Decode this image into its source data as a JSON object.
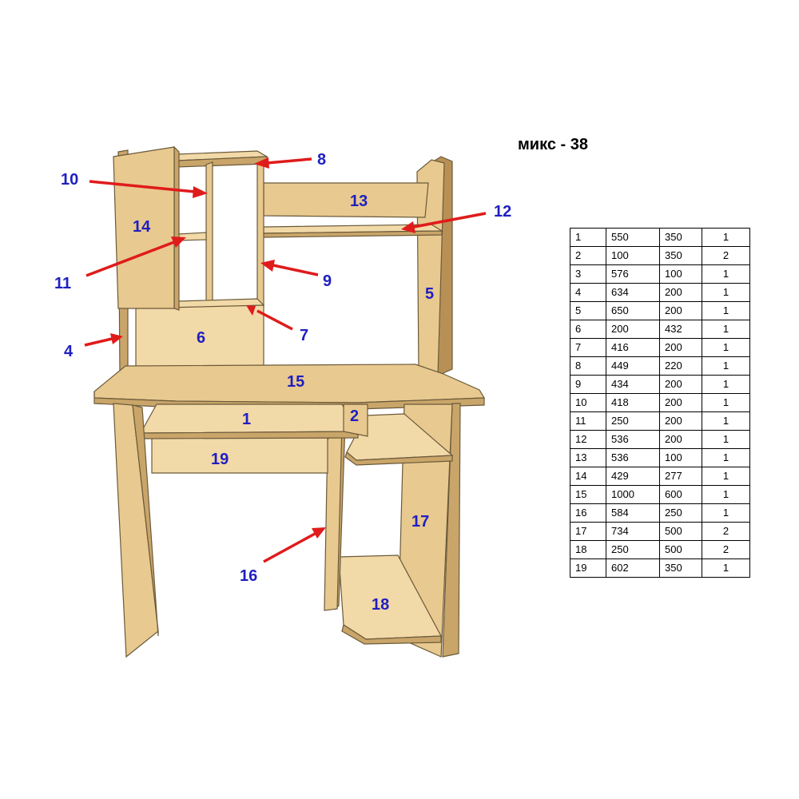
{
  "title": "микс - 38",
  "labels": {
    "p1": "1",
    "p2": "2",
    "p4": "4",
    "p5": "5",
    "p6": "6",
    "p7": "7",
    "p8": "8",
    "p9": "9",
    "p10": "10",
    "p11": "11",
    "p12": "12",
    "p13": "13",
    "p14": "14",
    "p15": "15",
    "p16": "16",
    "p17": "17",
    "p18": "18",
    "p19": "19"
  },
  "colors": {
    "label": "#1f1fbf",
    "arrow": "#e01b1b",
    "wood_light": "#f2d9a8",
    "wood_mid": "#e8c98f",
    "wood_dark": "#c9a56a"
  },
  "parts_table": [
    [
      "1",
      "550",
      "350",
      "1"
    ],
    [
      "2",
      "100",
      "350",
      "2"
    ],
    [
      "3",
      "576",
      "100",
      "1"
    ],
    [
      "4",
      "634",
      "200",
      "1"
    ],
    [
      "5",
      "650",
      "200",
      "1"
    ],
    [
      "6",
      "200",
      "432",
      "1"
    ],
    [
      "7",
      "416",
      "200",
      "1"
    ],
    [
      "8",
      "449",
      "220",
      "1"
    ],
    [
      "9",
      "434",
      "200",
      "1"
    ],
    [
      "10",
      "418",
      "200",
      "1"
    ],
    [
      "11",
      "250",
      "200",
      "1"
    ],
    [
      "12",
      "536",
      "200",
      "1"
    ],
    [
      "13",
      "536",
      "100",
      "1"
    ],
    [
      "14",
      "429",
      "277",
      "1"
    ],
    [
      "15",
      "1000",
      "600",
      "1"
    ],
    [
      "16",
      "584",
      "250",
      "1"
    ],
    [
      "17",
      "734",
      "500",
      "2"
    ],
    [
      "18",
      "250",
      "500",
      "2"
    ],
    [
      "19",
      "602",
      "350",
      "1"
    ]
  ]
}
